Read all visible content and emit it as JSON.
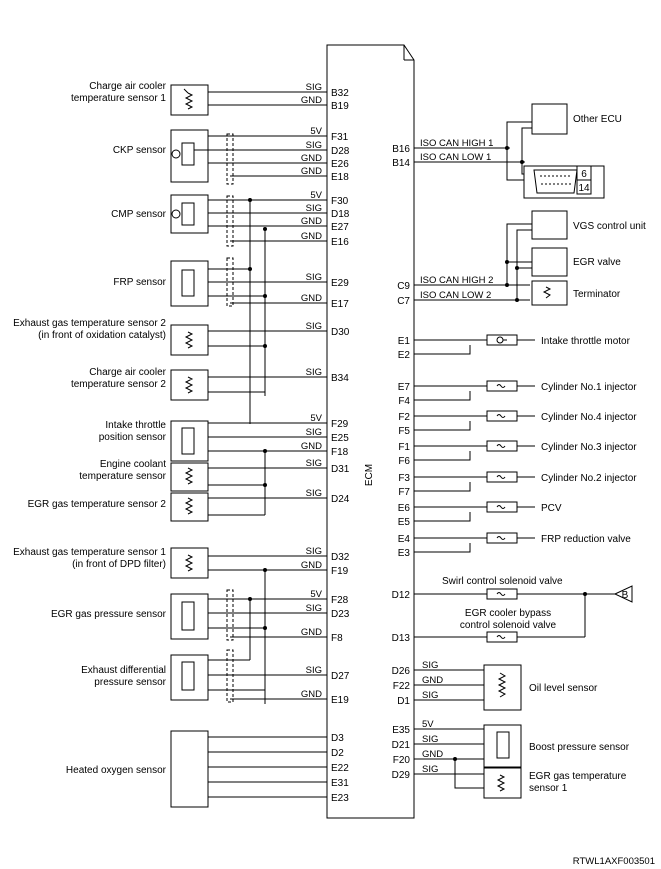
{
  "ecm_label": "ECM",
  "figure_code": "RTWL1AXF003501",
  "left_components": [
    {
      "name": "Charge air cooler\ntemperature sensor 1",
      "pins": [
        {
          "sig": "SIG",
          "pin": "B32"
        },
        {
          "sig": "GND",
          "pin": "B19"
        }
      ]
    },
    {
      "name": "CKP sensor",
      "pins": [
        {
          "sig": "5V",
          "pin": "F31"
        },
        {
          "sig": "SIG",
          "pin": "D28"
        },
        {
          "sig": "GND",
          "pin": "E26"
        },
        {
          "sig": "GND",
          "pin": "E18"
        }
      ]
    },
    {
      "name": "CMP sensor",
      "pins": [
        {
          "sig": "5V",
          "pin": "F30"
        },
        {
          "sig": "SIG",
          "pin": "D18"
        },
        {
          "sig": "GND",
          "pin": "E27"
        },
        {
          "sig": "GND",
          "pin": "E16"
        }
      ]
    },
    {
      "name": "FRP sensor",
      "pins": [
        {
          "sig": "SIG",
          "pin": "E29"
        },
        {
          "sig": "GND",
          "pin": "E17"
        }
      ]
    },
    {
      "name": "Exhaust gas temperature sensor 2\n(in front of oxidation catalyst)",
      "pins": [
        {
          "sig": "SIG",
          "pin": "D30"
        }
      ]
    },
    {
      "name": "Charge air cooler\ntemperature sensor 2",
      "pins": [
        {
          "sig": "SIG",
          "pin": "B34"
        }
      ]
    },
    {
      "name": "Intake throttle\nposition sensor",
      "pins": [
        {
          "sig": "5V",
          "pin": "F29"
        },
        {
          "sig": "SIG",
          "pin": "E25"
        },
        {
          "sig": "GND",
          "pin": "F18"
        }
      ]
    },
    {
      "name": "Engine coolant\ntemperature sensor",
      "pins": [
        {
          "sig": "SIG",
          "pin": "D31"
        }
      ]
    },
    {
      "name": "EGR gas temperature sensor 2",
      "pins": [
        {
          "sig": "SIG",
          "pin": "D24"
        }
      ]
    },
    {
      "name": "Exhaust gas temperature sensor 1\n(in front of DPD filter)",
      "pins": [
        {
          "sig": "SIG",
          "pin": "D32"
        },
        {
          "sig": "GND",
          "pin": "F19"
        }
      ]
    },
    {
      "name": "EGR gas pressure sensor",
      "pins": [
        {
          "sig": "5V",
          "pin": "F28"
        },
        {
          "sig": "SIG",
          "pin": "D23"
        },
        {
          "sig": "GND",
          "pin": "F8"
        }
      ]
    },
    {
      "name": "Exhaust differential\npressure sensor",
      "pins": [
        {
          "sig": "SIG",
          "pin": "D27"
        },
        {
          "sig": "GND",
          "pin": "E19"
        }
      ]
    },
    {
      "name": "Heated oxygen sensor",
      "pins": [
        {
          "pin": "D3"
        },
        {
          "pin": "D2"
        },
        {
          "pin": "E22"
        },
        {
          "pin": "E31"
        },
        {
          "pin": "E23"
        }
      ]
    }
  ],
  "can_bus": {
    "high1": {
      "label": "ISO CAN HIGH 1",
      "pin": "B16"
    },
    "low1": {
      "label": "ISO CAN LOW 1",
      "pin": "B14"
    },
    "high2": {
      "label": "ISO CAN HIGH 2",
      "pin": "C9"
    },
    "low2": {
      "label": "ISO CAN LOW 2",
      "pin": "C7"
    },
    "other_ecu": "Other ECU",
    "dlc_pins": [
      "6",
      "14"
    ],
    "vgs": "VGS control unit",
    "egr_valve": "EGR valve",
    "terminator": "Terminator"
  },
  "right_actuators": [
    {
      "name": "Intake throttle motor",
      "pins": [
        "E1",
        "E2"
      ]
    },
    {
      "name": "Cylinder No.1 injector",
      "pins": [
        "E7",
        "F4"
      ]
    },
    {
      "name": "Cylinder No.4 injector",
      "pins": [
        "F2",
        "F5"
      ]
    },
    {
      "name": "Cylinder No.3 injector",
      "pins": [
        "F1",
        "F6"
      ]
    },
    {
      "name": "Cylinder No.2 injector",
      "pins": [
        "F3",
        "F7"
      ]
    },
    {
      "name": "PCV",
      "pins": [
        "E6",
        "E5"
      ]
    },
    {
      "name": "FRP reduction valve",
      "pins": [
        "E4",
        "E3"
      ]
    }
  ],
  "solenoids": {
    "swirl": {
      "name": "Swirl control solenoid valve",
      "pin": "D12"
    },
    "bypass": {
      "name": "EGR cooler bypass\ncontrol solenoid valve",
      "pin": "D13"
    },
    "connector": "B"
  },
  "oil_level": {
    "name": "Oil level sensor",
    "pins": [
      {
        "sig": "SIG",
        "pin": "D26"
      },
      {
        "sig": "GND",
        "pin": "F22"
      },
      {
        "sig": "SIG",
        "pin": "D1"
      }
    ]
  },
  "boost": {
    "name": "Boost pressure sensor",
    "pins": [
      {
        "sig": "5V",
        "pin": "E35"
      },
      {
        "sig": "SIG",
        "pin": "D21"
      },
      {
        "sig": "GND",
        "pin": "F20"
      },
      {
        "sig": "SIG",
        "pin": "D29"
      }
    ]
  },
  "egr_temp1": {
    "name": "EGR gas temperature\nsensor 1"
  }
}
